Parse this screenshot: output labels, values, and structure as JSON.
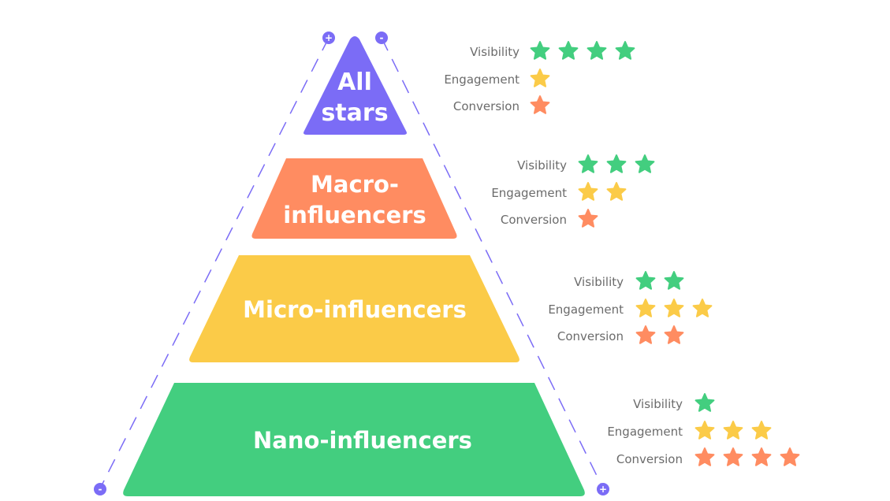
{
  "colors": {
    "purple": "#7B6CF6",
    "orange": "#FF8C61",
    "yellow": "#FBCB48",
    "green": "#43CE7F",
    "star_green": "#43CE7F",
    "star_yellow": "#FBCB48",
    "star_orange": "#FF8C61",
    "label_gray": "#6b6b6b"
  },
  "axis_markers": {
    "top_left": "+",
    "top_right": "-",
    "bottom_left": "-",
    "bottom_right": "+"
  },
  "tiers": [
    {
      "name": "All stars",
      "lines": [
        "All",
        "stars"
      ],
      "color": "#7B6CF6",
      "metrics": [
        {
          "label": "Visibility",
          "stars": 4,
          "star_color": "#43CE7F"
        },
        {
          "label": "Engagement",
          "stars": 1,
          "star_color": "#FBCB48"
        },
        {
          "label": "Conversion",
          "stars": 1,
          "star_color": "#FF8C61"
        }
      ]
    },
    {
      "name": "Macro-influencers",
      "lines": [
        "Macro-",
        "influencers"
      ],
      "color": "#FF8C61",
      "metrics": [
        {
          "label": "Visibility",
          "stars": 3,
          "star_color": "#43CE7F"
        },
        {
          "label": "Engagement",
          "stars": 2,
          "star_color": "#FBCB48"
        },
        {
          "label": "Conversion",
          "stars": 1,
          "star_color": "#FF8C61"
        }
      ]
    },
    {
      "name": "Micro-influencers",
      "lines": [
        "Micro-influencers"
      ],
      "color": "#FBCB48",
      "metrics": [
        {
          "label": "Visibility",
          "stars": 2,
          "star_color": "#43CE7F"
        },
        {
          "label": "Engagement",
          "stars": 3,
          "star_color": "#FBCB48"
        },
        {
          "label": "Conversion",
          "stars": 2,
          "star_color": "#FF8C61"
        }
      ]
    },
    {
      "name": "Nano-influencers",
      "lines": [
        "Nano-influencers"
      ],
      "color": "#43CE7F",
      "metrics": [
        {
          "label": "Visibility",
          "stars": 1,
          "star_color": "#43CE7F"
        },
        {
          "label": "Engagement",
          "stars": 3,
          "star_color": "#FBCB48"
        },
        {
          "label": "Conversion",
          "stars": 4,
          "star_color": "#FF8C61"
        }
      ]
    }
  ]
}
